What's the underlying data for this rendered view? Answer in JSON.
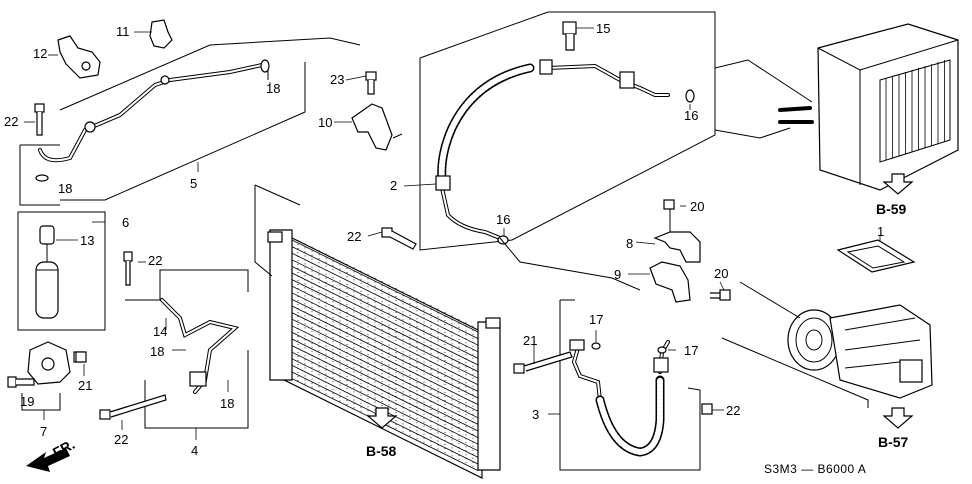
{
  "callouts": [
    {
      "id": "c1",
      "text": "1"
    },
    {
      "id": "c2",
      "text": "2"
    },
    {
      "id": "c3",
      "text": "3"
    },
    {
      "id": "c4",
      "text": "4"
    },
    {
      "id": "c5",
      "text": "5"
    },
    {
      "id": "c6",
      "text": "6"
    },
    {
      "id": "c7",
      "text": "7"
    },
    {
      "id": "c8",
      "text": "8"
    },
    {
      "id": "c9",
      "text": "9"
    },
    {
      "id": "c10",
      "text": "10"
    },
    {
      "id": "c11",
      "text": "11"
    },
    {
      "id": "c12",
      "text": "12"
    },
    {
      "id": "c13",
      "text": "13"
    },
    {
      "id": "c14",
      "text": "14"
    },
    {
      "id": "c15",
      "text": "15"
    },
    {
      "id": "c16a",
      "text": "16"
    },
    {
      "id": "c16b",
      "text": "16"
    },
    {
      "id": "c17a",
      "text": "17"
    },
    {
      "id": "c17b",
      "text": "17"
    },
    {
      "id": "c18a",
      "text": "18"
    },
    {
      "id": "c18b",
      "text": "18"
    },
    {
      "id": "c18c",
      "text": "18"
    },
    {
      "id": "c18d",
      "text": "18"
    },
    {
      "id": "c19",
      "text": "19"
    },
    {
      "id": "c20a",
      "text": "20"
    },
    {
      "id": "c20b",
      "text": "20"
    },
    {
      "id": "c21a",
      "text": "21"
    },
    {
      "id": "c21b",
      "text": "21"
    },
    {
      "id": "c22a",
      "text": "22"
    },
    {
      "id": "c22b",
      "text": "22"
    },
    {
      "id": "c22c",
      "text": "22"
    },
    {
      "id": "c22d",
      "text": "22"
    },
    {
      "id": "c22e",
      "text": "22"
    },
    {
      "id": "c23",
      "text": "23"
    }
  ],
  "references": {
    "b59": "B-59",
    "b58": "B-58",
    "b57": "B-57"
  },
  "front_marker": "FR.",
  "diagram_code": "S3M3 — B6000 A"
}
